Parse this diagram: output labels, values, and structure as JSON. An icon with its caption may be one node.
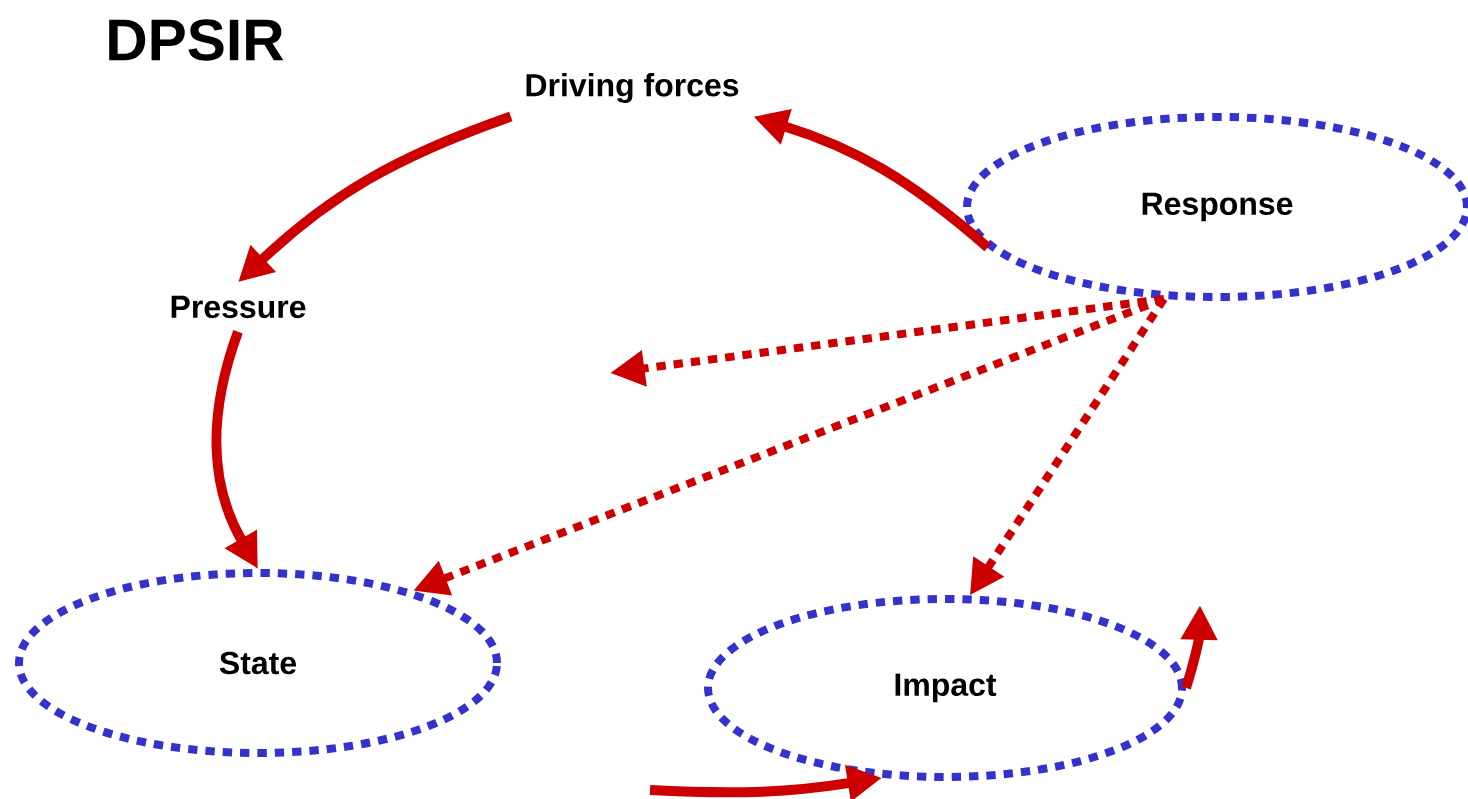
{
  "diagram": {
    "title": "DPSIR",
    "nodes": [
      {
        "text": [
          "Driving forces"
        ]
      },
      {
        "text": [
          "Response"
        ]
      },
      {
        "text": [
          "Pressure"
        ]
      },
      {
        "text": [
          "State"
        ]
      },
      {
        "text": [
          "Impact"
        ]
      }
    ],
    "edges": [
      {
        "from": 0,
        "to": 2,
        "arrow": "to"
      },
      {
        "from": 1,
        "to": 0,
        "arrow": "to"
      },
      {
        "from": 2,
        "to": 3,
        "arrow": "to"
      },
      {
        "from": 1,
        "to": null,
        "arrow": "to",
        "style": "dashed"
      },
      {
        "from": 1,
        "to": 3,
        "arrow": "to",
        "style": "dashed"
      },
      {
        "from": 1,
        "to": 4,
        "arrow": "to",
        "style": "dashed"
      },
      {
        "from": null,
        "to": 4,
        "arrow": "to"
      },
      {
        "from": 4,
        "to": null,
        "arrow": "to"
      }
    ]
  }
}
